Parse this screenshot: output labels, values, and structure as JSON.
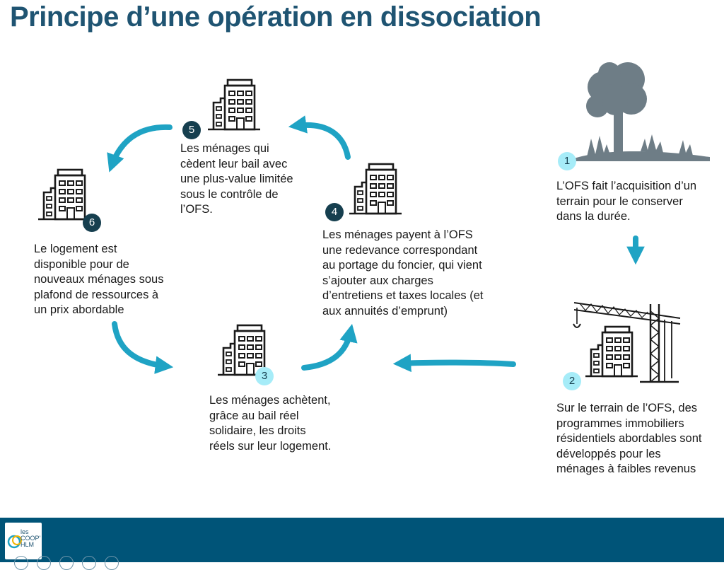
{
  "title": "Principe d’une opération en dissociation",
  "steps": {
    "s1": {
      "number": "1",
      "lines": [
        "L’OFS fait l’acquisition d’un",
        "terrain pour le conserver",
        "dans la durée."
      ]
    },
    "s2": {
      "number": "2",
      "lines": [
        "Sur le terrain de l’OFS, des",
        "programmes immobiliers",
        "résidentiels abordables sont",
        "développés pour les",
        "ménages à faibles revenus"
      ]
    },
    "s3": {
      "number": "3",
      "lines": [
        "Les ménages achètent,",
        "grâce au bail réel",
        "solidaire, les droits",
        "réels sur leur logement."
      ]
    },
    "s4": {
      "number": "4",
      "lines": [
        "Les ménages payent à l’OFS",
        "une redevance correspondant",
        "au portage du foncier, qui vient",
        "s’ajouter aux charges",
        "d’entretiens et taxes locales (et",
        "aux annuités d’emprunt)"
      ]
    },
    "s5": {
      "number": "5",
      "lines": [
        "Les ménages qui",
        "cèdent leur bail avec",
        "une plus-value limitée",
        "sous le contrôle de",
        "l’OFS."
      ]
    },
    "s6": {
      "number": "6",
      "lines": [
        "Le logement est",
        "disponible pour de",
        "nouveaux ménages sous",
        "plafond de ressources à",
        "un prix abordable"
      ]
    }
  },
  "logo": {
    "text": "les\nCOOP'\nHLM"
  },
  "colors": {
    "title": "#1f5472",
    "arrow": "#1fa3c4",
    "footer": "#005478",
    "badge_dark": "#163f4f",
    "badge_light": "#a6ecf8",
    "icon": "#1a1a1a",
    "tree": "#6e7d86"
  },
  "icons": [
    "building-icon",
    "tree-icon",
    "crane-icon",
    "cycle-arrow-icon"
  ]
}
